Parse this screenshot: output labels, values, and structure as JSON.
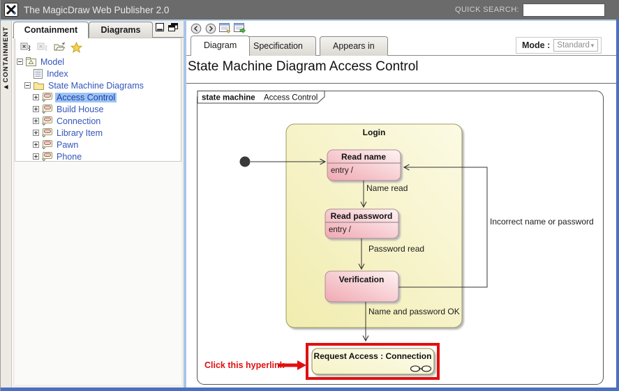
{
  "window": {
    "title": "The MagicDraw Web Publisher 2.0",
    "quick_search_label": "QUICK SEARCH:",
    "quick_search_value": ""
  },
  "sidebar": {
    "vertical_tab": "CONTAINMENT",
    "tabs": [
      {
        "label": "Containment",
        "active": true
      },
      {
        "label": "Diagrams",
        "active": false
      }
    ],
    "tree": [
      {
        "label": "Model",
        "level": 0,
        "toggle": "minus",
        "icon": "package-icon"
      },
      {
        "label": "Index",
        "level": 1,
        "toggle": "none",
        "icon": "index-icon"
      },
      {
        "label": "State Machine Diagrams",
        "level": 1,
        "toggle": "minus",
        "icon": "folder-icon"
      },
      {
        "label": "Access Control",
        "level": 2,
        "toggle": "plus",
        "icon": "state-machine-diagram-icon",
        "selected": true
      },
      {
        "label": "Build House",
        "level": 2,
        "toggle": "plus",
        "icon": "state-machine-diagram-icon"
      },
      {
        "label": "Connection",
        "level": 2,
        "toggle": "plus",
        "icon": "state-machine-diagram-icon"
      },
      {
        "label": "Library Item",
        "level": 2,
        "toggle": "plus",
        "icon": "state-machine-diagram-icon"
      },
      {
        "label": "Pawn",
        "level": 2,
        "toggle": "plus",
        "icon": "state-machine-diagram-icon"
      },
      {
        "label": "Phone",
        "level": 2,
        "toggle": "plus",
        "icon": "state-machine-diagram-icon"
      }
    ]
  },
  "main": {
    "tabs": [
      {
        "label": "Diagram",
        "active": true
      },
      {
        "label": "Specification",
        "active": false
      },
      {
        "label": "Appears in",
        "active": false
      }
    ],
    "mode_label": "Mode :",
    "mode_value": "Standard",
    "page_title": "State Machine Diagram Access Control"
  },
  "diagram": {
    "frame_keyword": "state machine",
    "frame_name": "Access Control",
    "states": {
      "composite": "Login",
      "read_name": "Read name",
      "read_password": "Read password",
      "verification": "Verification",
      "entry": "entry /",
      "submachine": "Request Access : Connection"
    },
    "transitions": {
      "name_read": "Name read",
      "password_read": "Password read",
      "ok": "Name and password OK",
      "incorrect": "Incorrect name or password"
    },
    "annotation": "Click this hyperlink",
    "colors": {
      "topbar_bg": "#6b6b6b",
      "frame_accent_blue": "#4a6fc4",
      "tree_link_blue": "#3355bb",
      "selection_blue": "#9cc3f5",
      "highlight_red": "#e01010",
      "state_pink": "#f0a8b2",
      "composite_yellow": "#f1ecae"
    }
  }
}
